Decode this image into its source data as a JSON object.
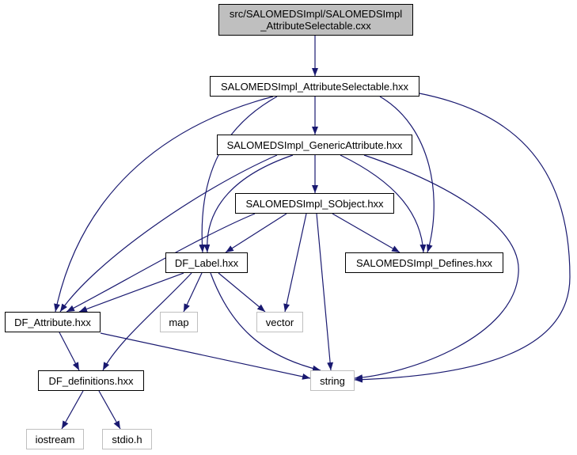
{
  "nodes": {
    "root": {
      "label": "src/SALOMEDSImpl/SALOMEDSImpl\n_AttributeSelectable.cxx",
      "fill": "#bfbfbf"
    },
    "as": {
      "label": "SALOMEDSImpl_AttributeSelectable.hxx"
    },
    "ga": {
      "label": "SALOMEDSImpl_GenericAttribute.hxx"
    },
    "so": {
      "label": "SALOMEDSImpl_SObject.hxx"
    },
    "lbl": {
      "label": "DF_Label.hxx"
    },
    "def": {
      "label": "SALOMEDSImpl_Defines.hxx"
    },
    "attr": {
      "label": "DF_Attribute.hxx"
    },
    "map": {
      "label": "map",
      "external": true
    },
    "vector": {
      "label": "vector",
      "external": true
    },
    "string": {
      "label": "string",
      "external": true
    },
    "dfdef": {
      "label": "DF_definitions.hxx"
    },
    "iostream": {
      "label": "iostream",
      "external": true
    },
    "stdio": {
      "label": "stdio.h",
      "external": true
    }
  },
  "edges": [
    [
      "root",
      "as"
    ],
    [
      "as",
      "ga"
    ],
    [
      "as",
      "lbl"
    ],
    [
      "as",
      "attr"
    ],
    [
      "as",
      "def"
    ],
    [
      "as",
      "string"
    ],
    [
      "ga",
      "so"
    ],
    [
      "ga",
      "lbl"
    ],
    [
      "ga",
      "attr"
    ],
    [
      "ga",
      "def"
    ],
    [
      "ga",
      "string"
    ],
    [
      "so",
      "lbl"
    ],
    [
      "so",
      "attr"
    ],
    [
      "so",
      "def"
    ],
    [
      "so",
      "vector"
    ],
    [
      "so",
      "string"
    ],
    [
      "lbl",
      "attr"
    ],
    [
      "lbl",
      "map"
    ],
    [
      "lbl",
      "vector"
    ],
    [
      "lbl",
      "string"
    ],
    [
      "lbl",
      "dfdef"
    ],
    [
      "attr",
      "dfdef"
    ],
    [
      "attr",
      "string"
    ],
    [
      "dfdef",
      "iostream"
    ],
    [
      "dfdef",
      "stdio"
    ]
  ],
  "colors": {
    "edge": "#191970",
    "external_border": "#bfbfbf"
  }
}
